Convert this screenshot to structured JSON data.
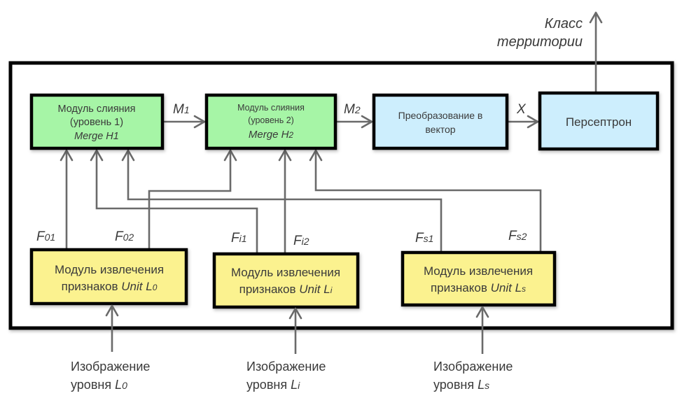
{
  "diagram": {
    "output": {
      "label_line1": "Класс",
      "label_line2": "территории"
    },
    "merge_h1": {
      "line1": "Модуль слияния",
      "line2": "(уровень 1)",
      "line3_prefix": "Merge H",
      "line3_sub": "1",
      "color": "#a6f5a6"
    },
    "merge_h2": {
      "line1": "Модуль слияния",
      "line2": "(уровень 2)",
      "line3_prefix": "Merge H",
      "line3_sub": "2",
      "color": "#a6f5a6"
    },
    "vectorize": {
      "line1": "Преобразование в",
      "line2": "вектор",
      "color": "#cdeefd"
    },
    "perceptron": {
      "label": "Персептрон",
      "color": "#cdeefd"
    },
    "edges": {
      "m1": {
        "main": "M",
        "sub": "1"
      },
      "m2": {
        "main": "M",
        "sub": "2"
      },
      "x": {
        "main": "X"
      }
    },
    "units": [
      {
        "line1": "Модуль извлечения",
        "line2_text": "признаков ",
        "line2_italic": "Unit L",
        "line2_sub": "0",
        "feature1": {
          "main": "F",
          "sub": "01"
        },
        "feature2": {
          "main": "F",
          "sub": "02"
        },
        "input_line1": "Изображение",
        "input_line2_text": "уровня ",
        "input_line2_italic": "L",
        "input_line2_sub": "0"
      },
      {
        "line1": "Модуль извлечения",
        "line2_text": "признаков ",
        "line2_italic": "Unit L",
        "line2_sub": "i",
        "feature1": {
          "main": "F",
          "sub": "i1"
        },
        "feature2": {
          "main": "F",
          "sub": "i2"
        },
        "input_line1": "Изображение",
        "input_line2_text": "уровня ",
        "input_line2_italic": "L",
        "input_line2_sub": "i"
      },
      {
        "line1": "Модуль извлечения",
        "line2_text": "признаков ",
        "line2_italic": "Unit L",
        "line2_sub": "s",
        "feature1": {
          "main": "F",
          "sub": "s1"
        },
        "feature2": {
          "main": "F",
          "sub": "s2"
        },
        "input_line1": "Изображение",
        "input_line2_text": "уровня ",
        "input_line2_italic": "L",
        "input_line2_sub": "s"
      }
    ],
    "unit_color": "#fbf28f",
    "wire_color": "#6a6a6a"
  }
}
